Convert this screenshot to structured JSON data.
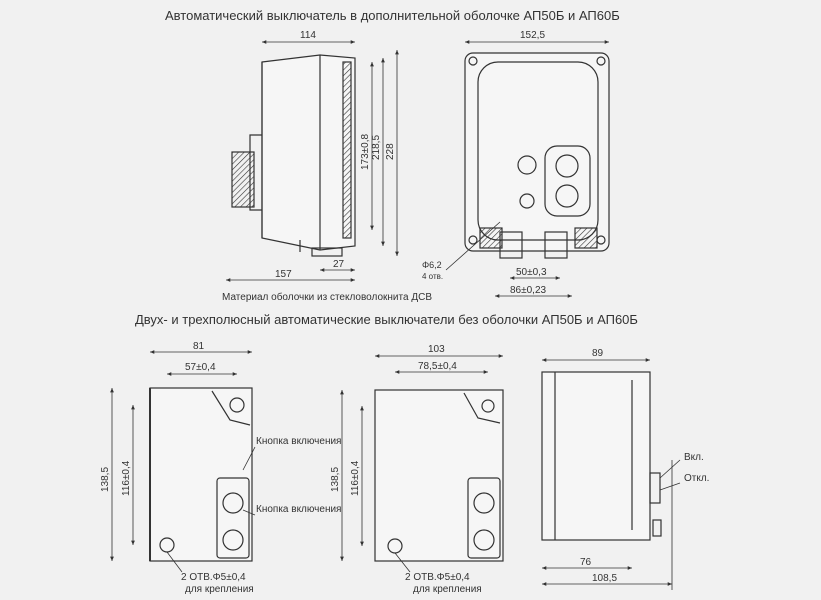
{
  "headings": {
    "top": "Автоматический выключатель в дополнительной оболочке АП50Б и АП60Б",
    "bottom": "Двух- и трехполюсный автоматические выключатели без оболочки АП50Б и АП60Б"
  },
  "top_left": {
    "dims": {
      "width": "114",
      "h1": "173±0,8",
      "h2": "218,5",
      "h3": "228",
      "bottom_left": "157",
      "bottom_small": "27"
    },
    "material_note": "Материал оболочки из стекловолокнита ДСВ"
  },
  "top_right": {
    "dims": {
      "width": "152,5",
      "hole_d": "Φ6,2",
      "hole_n": "4 отв.",
      "spacing1": "50±0,3",
      "spacing2": "86±0,23"
    }
  },
  "bottom_left": {
    "dims": {
      "width": "81",
      "width_inner": "57±0,4",
      "height": "138,5",
      "height_inner": "116±0,4"
    },
    "callout_on": "Кнопка включения",
    "callout_off": "Кнопка включения",
    "holes": "2 ОТВ.Φ5±0,4",
    "holes_note": "для крепления"
  },
  "bottom_mid": {
    "dims": {
      "width": "103",
      "width_inner": "78,5±0,4",
      "height": "138,5",
      "height_inner": "116±0,4"
    },
    "holes": "2 ОТВ.Φ5±0,4",
    "holes_note": "для крепления"
  },
  "bottom_right": {
    "dims": {
      "width": "89",
      "depth1": "76",
      "depth2": "108,5"
    },
    "label_on": "Вкл.",
    "label_off": "Откл."
  }
}
